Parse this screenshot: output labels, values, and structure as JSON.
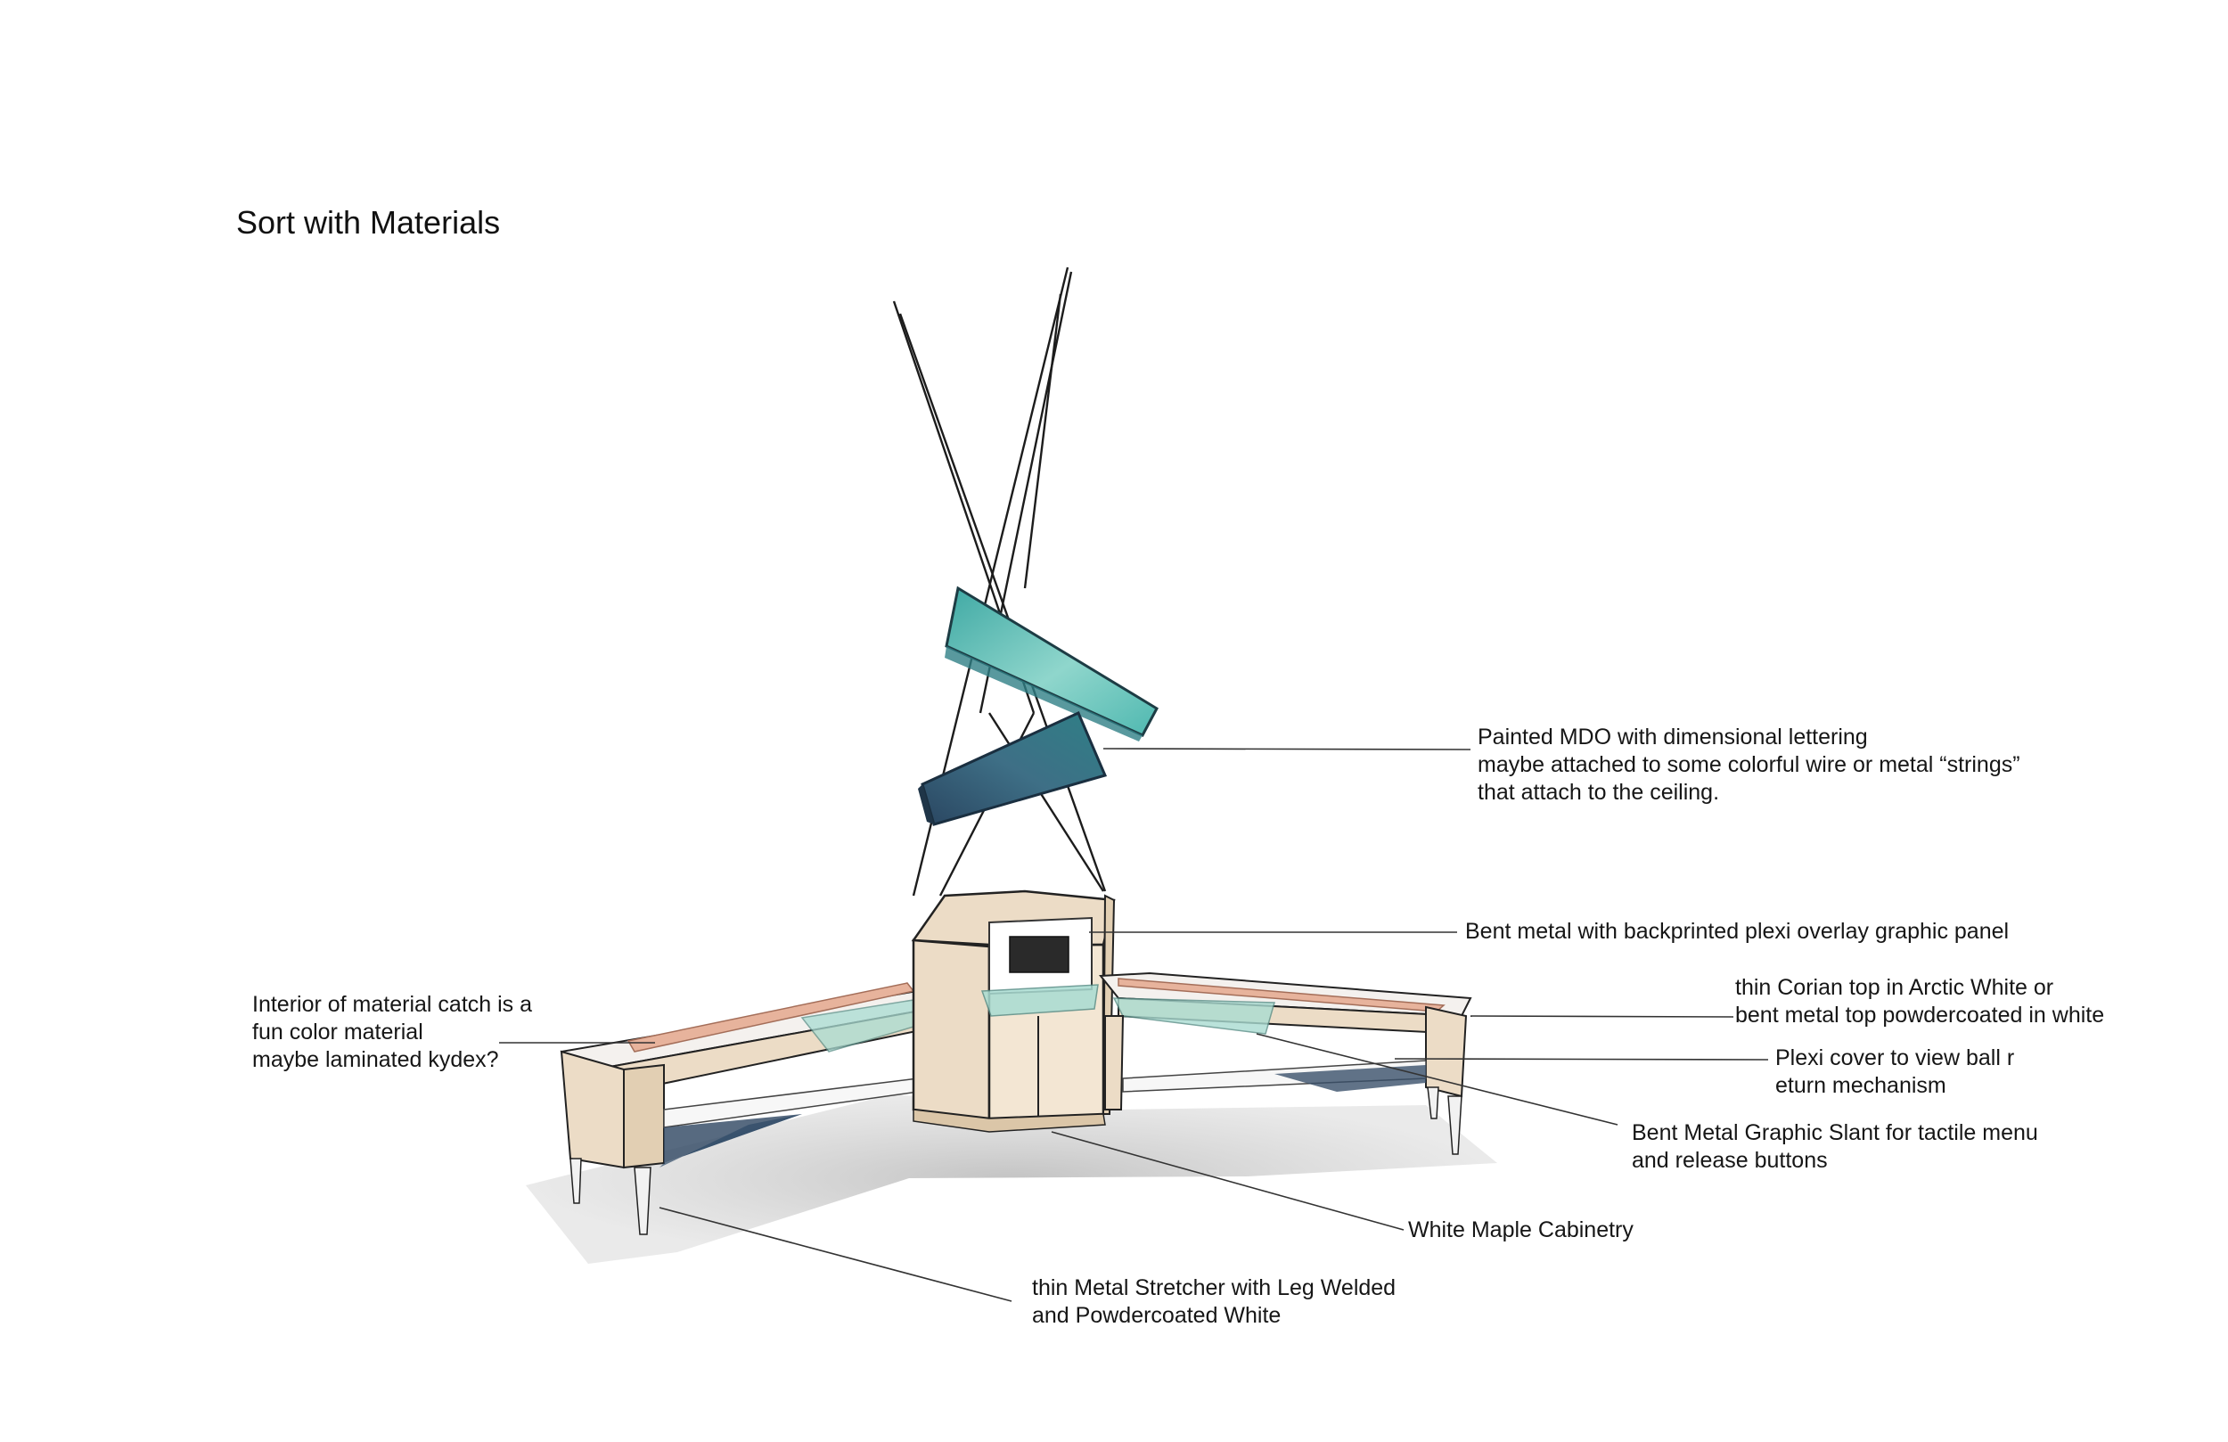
{
  "title": "Sort with Materials",
  "colors": {
    "teal": "#4fb8b0",
    "teal_dark": "#2f7f86",
    "navy": "#2d4a66",
    "maple": "#ecdcc6",
    "plexi": "#a9dcd2",
    "catch_interior": "#e7b39c",
    "shadow": "#c9c9c9"
  },
  "callouts": {
    "mdo": {
      "lines": [
        "Painted MDO with dimensional lettering",
        "maybe attached to some colorful wire or metal “strings”",
        "that attach to the ceiling."
      ]
    },
    "bent_metal_panel": {
      "lines": [
        "Bent metal with backprinted plexi overlay graphic panel"
      ]
    },
    "corian_top": {
      "lines": [
        "thin Corian top in Arctic White or",
        "bent metal top powdercoated in white"
      ]
    },
    "plexi_cover": {
      "lines": [
        "Plexi cover to view ball r",
        "eturn mechanism"
      ]
    },
    "graphic_slant": {
      "lines": [
        "Bent Metal Graphic Slant for tactile menu",
        "and release buttons"
      ]
    },
    "cabinetry": {
      "lines": [
        "White Maple Cabinetry"
      ]
    },
    "stretcher": {
      "lines": [
        "thin Metal Stretcher with Leg Welded",
        "and Powdercoated White"
      ]
    },
    "catch_interior": {
      "lines": [
        "Interior of material catch is a",
        "fun color material",
        "maybe laminated kydex?"
      ]
    }
  }
}
